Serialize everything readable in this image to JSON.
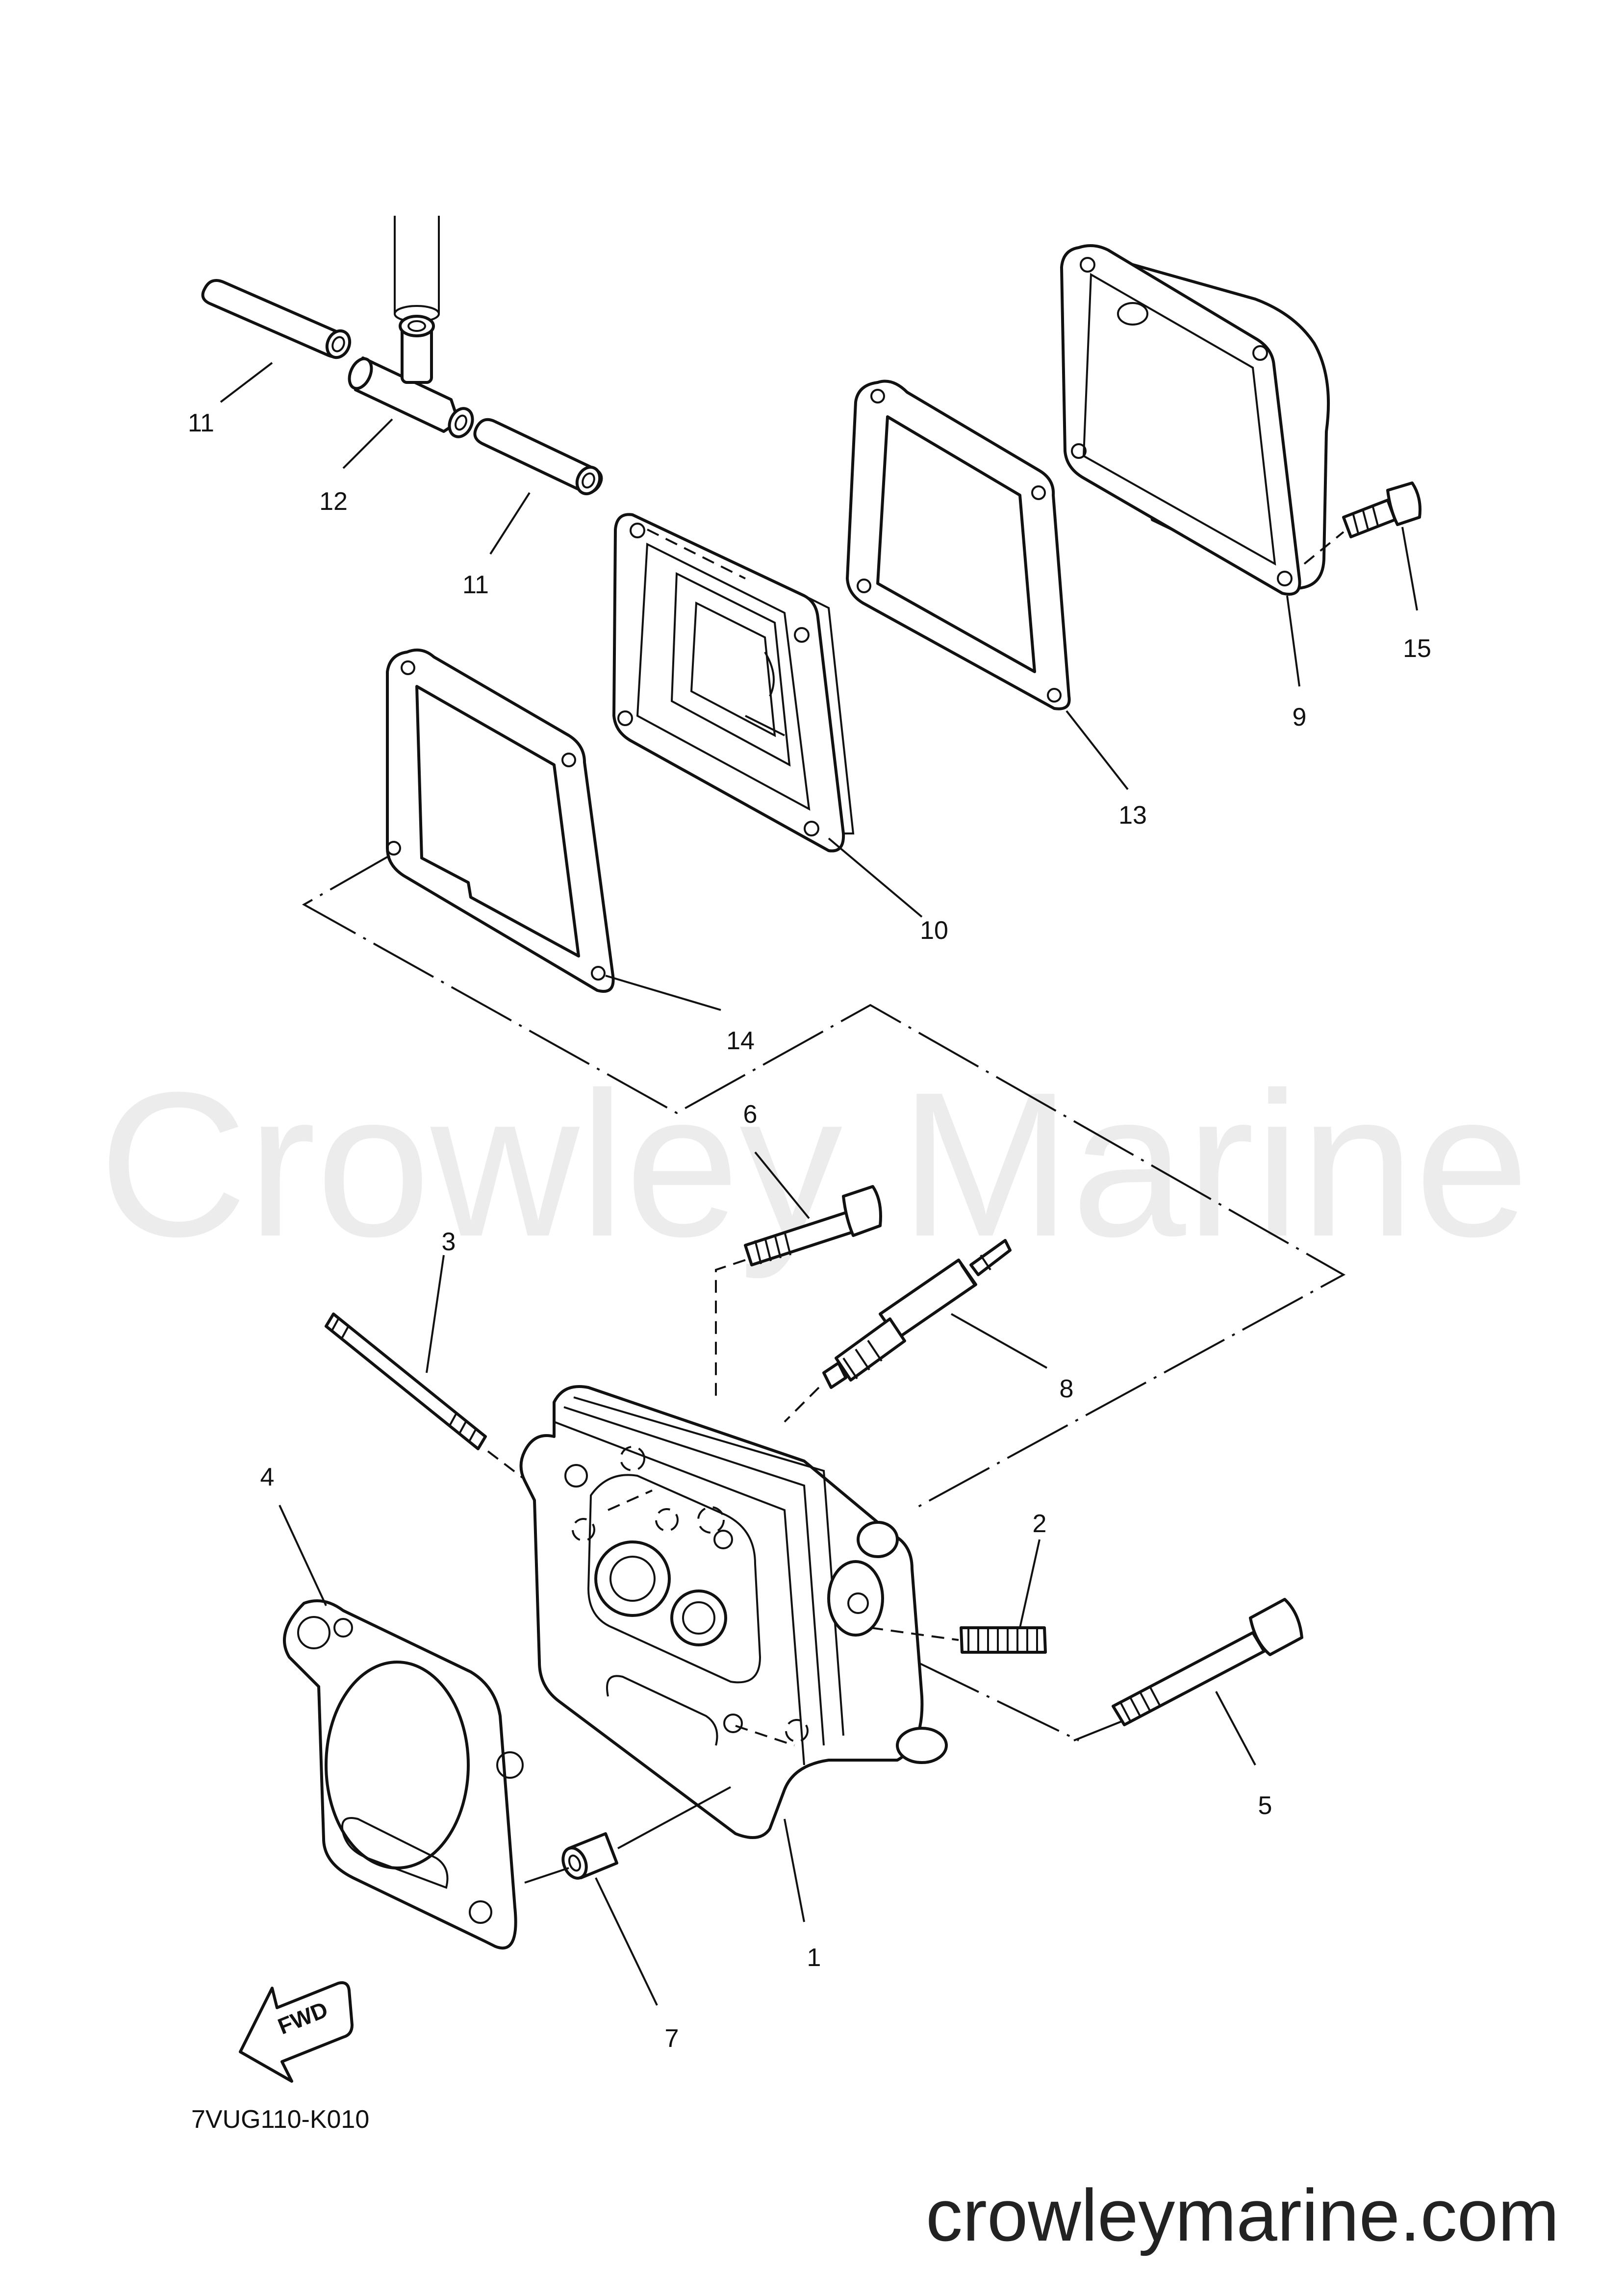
{
  "watermark": "Crowley Marine",
  "callouts": [
    "11",
    "12",
    "11",
    "15",
    "9",
    "13",
    "10",
    "14",
    "6",
    "3",
    "8",
    "4",
    "2",
    "5",
    "1",
    "7"
  ],
  "fwd_label": "FWD",
  "diagram_code": "7VUG110-K010",
  "site_url": "crowleymarine.com"
}
